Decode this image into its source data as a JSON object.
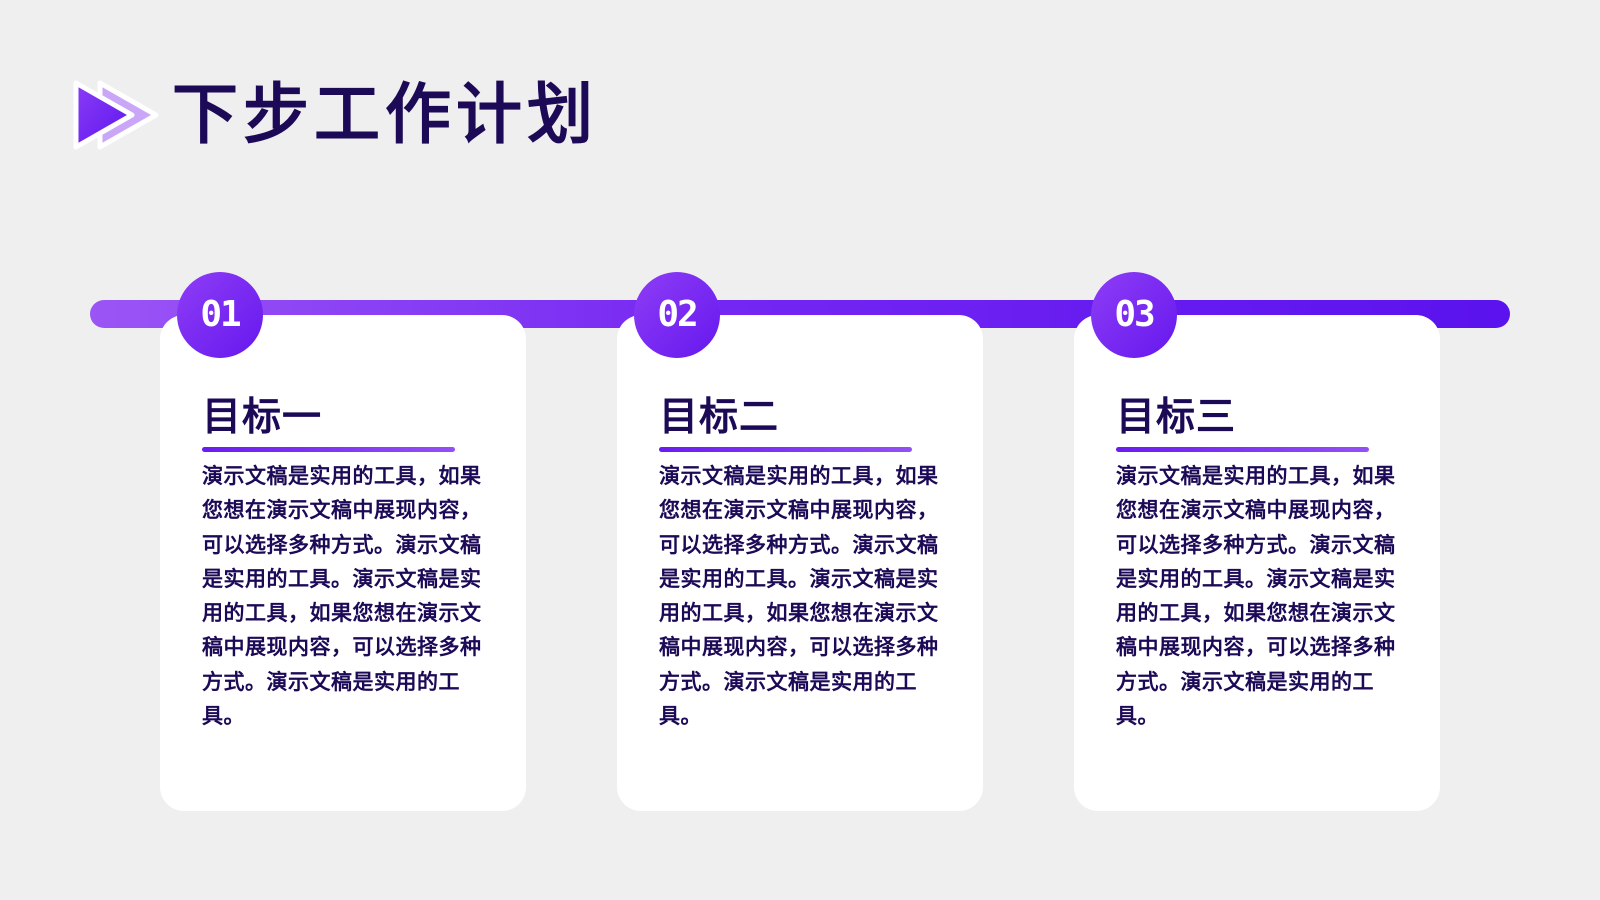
{
  "header": {
    "title": "下步工作计划",
    "icon": "play-arrow-icon"
  },
  "colors": {
    "background": "#efefef",
    "text": "#1d0a57",
    "accent_light": "#9b55f5",
    "accent_dark": "#5a12ee",
    "card": "#ffffff"
  },
  "cards": [
    {
      "number": "01",
      "title": "目标一",
      "body": "演示文稿是实用的工具，如果您想在演示文稿中展现内容，可以选择多种方式。演示文稿是实用的工具。演示文稿是实用的工具，如果您想在演示文稿中展现内容，可以选择多种方式。演示文稿是实用的工具。"
    },
    {
      "number": "02",
      "title": "目标二",
      "body": "演示文稿是实用的工具，如果您想在演示文稿中展现内容，可以选择多种方式。演示文稿是实用的工具。演示文稿是实用的工具，如果您想在演示文稿中展现内容，可以选择多种方式。演示文稿是实用的工具。"
    },
    {
      "number": "03",
      "title": "目标三",
      "body": "演示文稿是实用的工具，如果您想在演示文稿中展现内容，可以选择多种方式。演示文稿是实用的工具。演示文稿是实用的工具，如果您想在演示文稿中展现内容，可以选择多种方式。演示文稿是实用的工具。"
    }
  ]
}
